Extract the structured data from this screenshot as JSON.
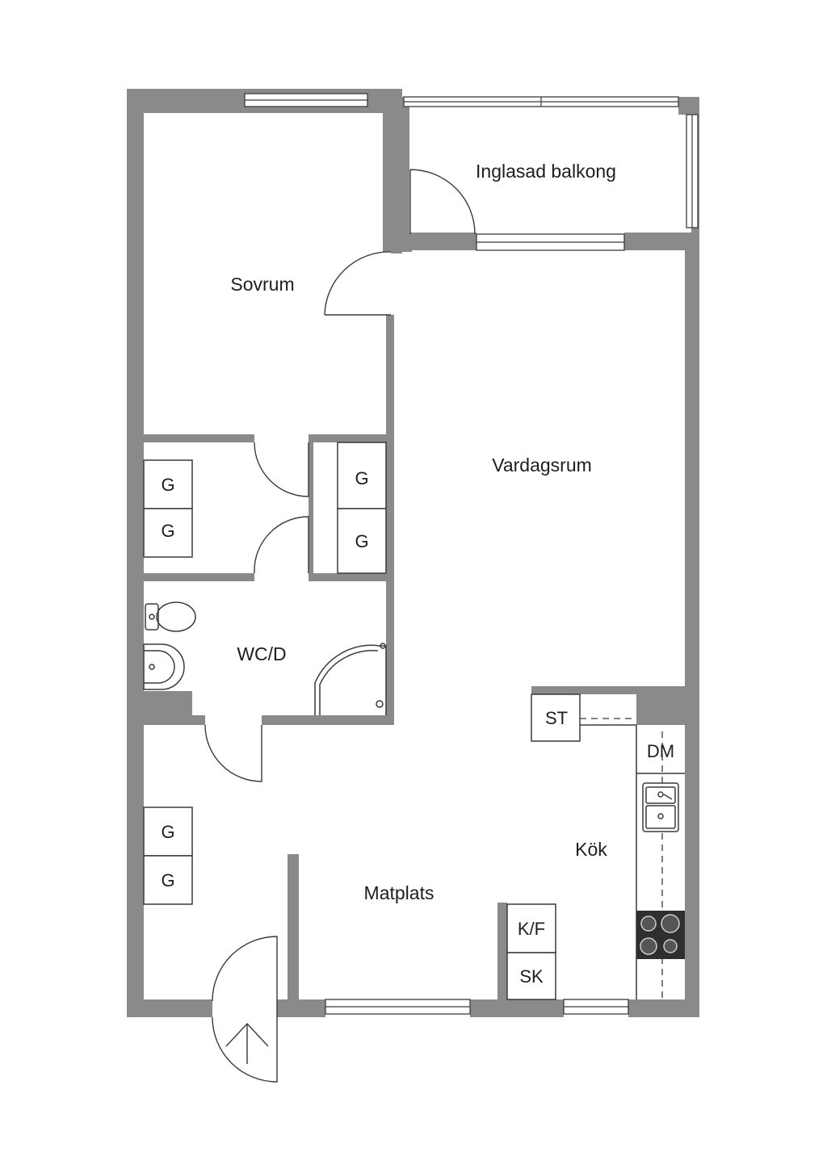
{
  "rooms": {
    "balcony": "Inglasad balkong",
    "bedroom": "Sovrum",
    "living": "Vardagsrum",
    "bathroom": "WC/D",
    "kitchen": "Kök",
    "dining": "Matplats"
  },
  "fixtures": {
    "wardrobe": "G",
    "storage": "ST",
    "dishwasher": "DM",
    "fridge_freezer": "K/F",
    "cabinet": "SK"
  },
  "icons": {
    "entrance": "arrow-up-icon",
    "toilet": "toilet-icon",
    "washbasin": "washbasin-icon",
    "shower": "shower-icon",
    "sink": "kitchen-sink-icon",
    "stove": "stove-icon"
  },
  "colors": {
    "wall": "#8a8a8a",
    "line": "#3a3a3a",
    "text": "#1e1e1e"
  }
}
